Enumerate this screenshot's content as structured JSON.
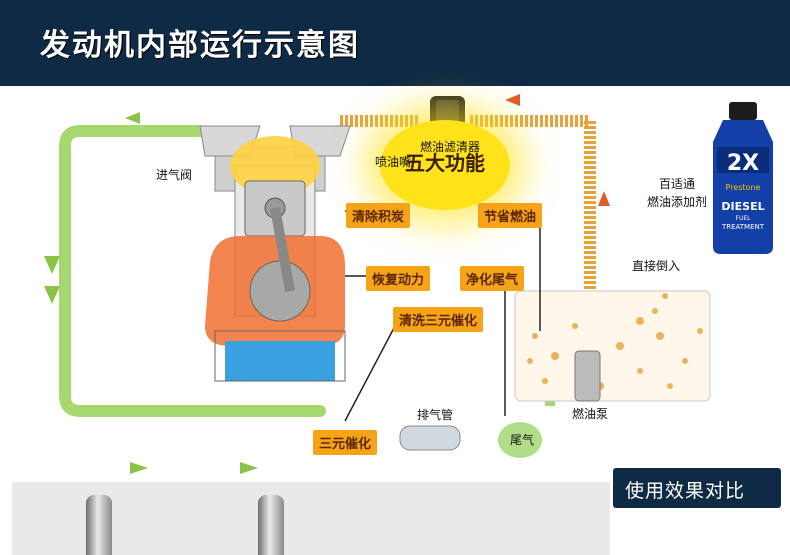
{
  "header": {
    "title": "发动机内部运行示意图"
  },
  "labels": {
    "intake_valve": "进气阀",
    "injector": "喷油嘴",
    "fuel_filter": "燃油滤清器",
    "additive": "百适通\n燃油添加剂",
    "pour": "直接倒入",
    "fuel_pump": "燃油泵",
    "exhaust_pipe": "排气管",
    "tailgas": "尾气",
    "catalyst": "三元催化"
  },
  "functions": {
    "center": "五大功能",
    "items": [
      "清除积炭",
      "节省燃油",
      "恢复动力",
      "净化尾气",
      "清洗三元催化"
    ]
  },
  "product": {
    "badge": "2X",
    "brand": "Prestone",
    "line1": "DIESEL",
    "line2": "FUEL",
    "line3": "TREATMENT"
  },
  "compare_button": "使用效果对比",
  "colors": {
    "banner": "#0f2a44",
    "tag": "#f7a318",
    "pipe_green": "#9ed36a",
    "fuel_pipe": "#e8a63a"
  }
}
